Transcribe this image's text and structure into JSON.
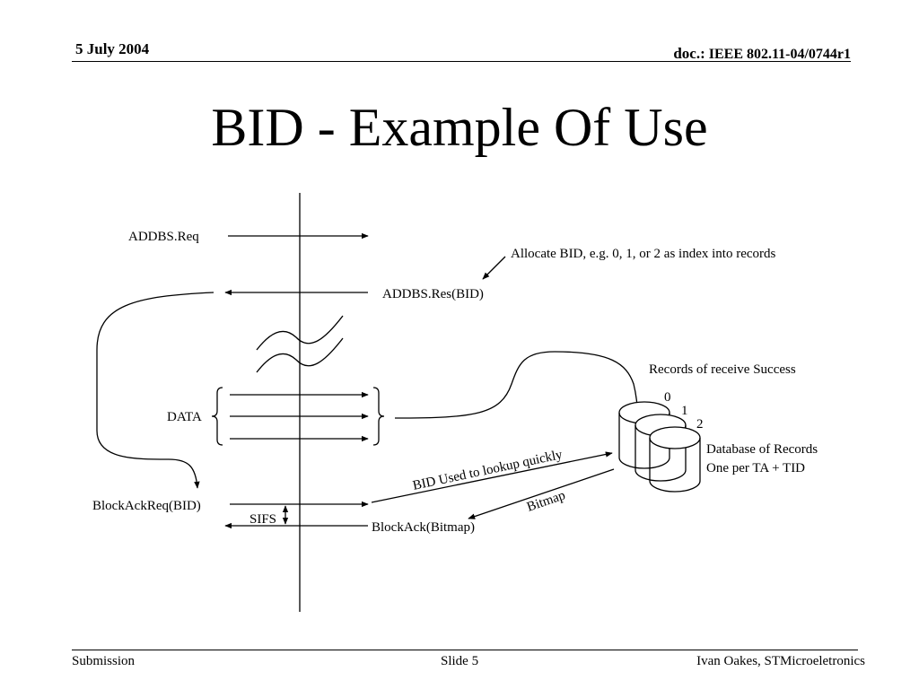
{
  "header": {
    "date": "5 July 2004",
    "doc_prefix": "doc.:",
    "doc_id": "IEEE 802.11-04/0744r1"
  },
  "title": "BID - Example Of Use",
  "diagram": {
    "addbs_req": "ADDBS.Req",
    "addbs_res": "ADDBS.Res(BID)",
    "allocate_note": "Allocate BID, e.g. 0, 1, or 2 as index into records",
    "data": "DATA",
    "records_title": "Records of receive Success",
    "record_indices": [
      "0",
      "1",
      "2"
    ],
    "database_line1": "Database of Records",
    "database_line2": "One per TA + TID",
    "bid_lookup": "BID Used to lookup quickly",
    "bitmap": "Bitmap",
    "blockackreq": "BlockAckReq(BID)",
    "sifs": "SIFS",
    "blockack": "BlockAck(Bitmap)"
  },
  "footer": {
    "left": "Submission",
    "center": "Slide 5",
    "right": "Ivan Oakes, STMicroeletronics"
  }
}
